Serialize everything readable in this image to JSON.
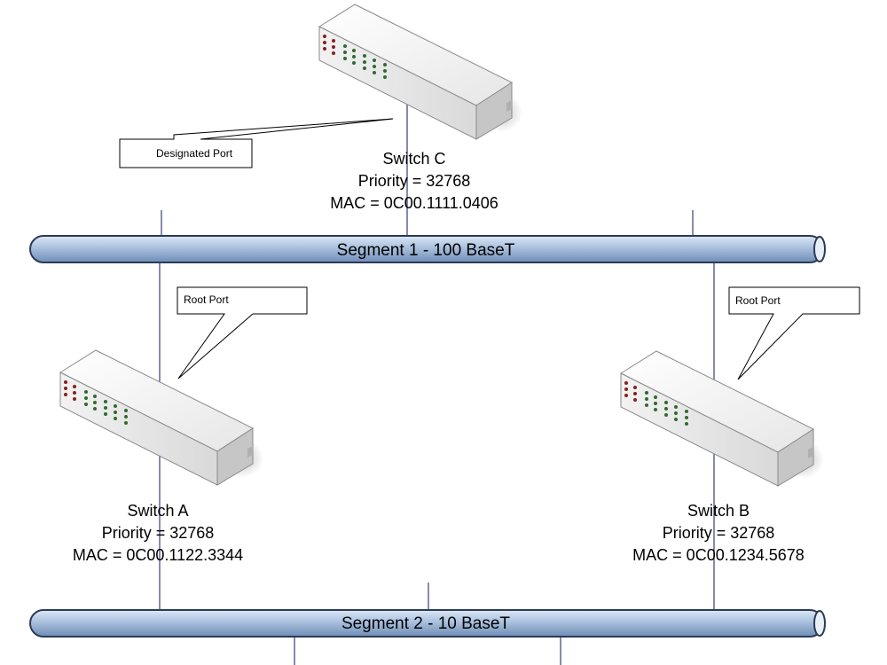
{
  "colors": {
    "segment_fill": "#a9c2e0",
    "segment_stroke": "#2b3a55",
    "link_line": "#3a3d7a",
    "switch_top": "#f3f3f3",
    "switch_front": "#e4e4e4",
    "switch_side": "#c9c9c9",
    "led_red": "#8a1f1f",
    "led_green": "#2f6b2f"
  },
  "segments": {
    "segment1": {
      "label": "Segment 1 - 100 BaseT"
    },
    "segment2": {
      "label": "Segment 2 - 10 BaseT"
    }
  },
  "switches": {
    "switch_c": {
      "name": "Switch C",
      "priority": "Priority = 32768",
      "mac": "MAC = 0C00.1111.0406"
    },
    "switch_a": {
      "name": "Switch A",
      "priority": "Priority = 32768",
      "mac": "MAC = 0C00.1122.3344"
    },
    "switch_b": {
      "name": "Switch B",
      "priority": "Priority = 32768",
      "mac": "MAC = 0C00.1234.5678"
    }
  },
  "callouts": {
    "designated_port": "Designated Port",
    "root_port_a": "Root Port",
    "root_port_b": "Root Port"
  },
  "icons": {
    "switch": "network-switch-icon"
  }
}
